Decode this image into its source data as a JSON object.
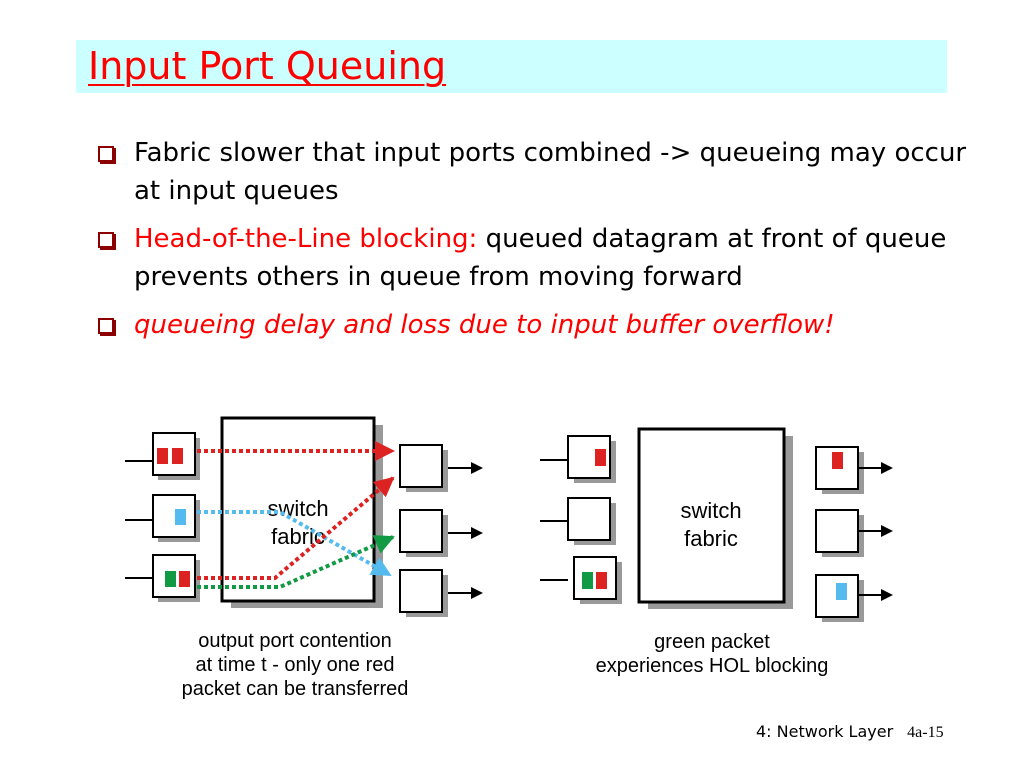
{
  "slide": {
    "title": "Input Port Queuing",
    "bullets": [
      {
        "text": "Fabric slower that input ports combined -> queueing may occur at input queues"
      },
      {
        "highlight": "Head-of-the-Line blocking:",
        "text": " queued datagram at front of queue prevents others in queue from moving forward"
      },
      {
        "text": "queueing delay and loss due to input buffer overflow!"
      }
    ],
    "left_diagram": {
      "fabric_line1": "switch",
      "fabric_line2": "fabric",
      "caption_line1": "output port contention",
      "caption_line2": "at  time t - only one red",
      "caption_line3": "packet can be transferred"
    },
    "right_diagram": {
      "fabric_line1": "switch",
      "fabric_line2": "fabric",
      "caption_line1": "green packet",
      "caption_line2": "experiences HOL blocking"
    },
    "footer": {
      "chapter": "4: Network Layer",
      "page": "4a-15"
    }
  },
  "colors": {
    "title": "#ff0000",
    "title_background": "#ccffff",
    "red_packet": "#dd2222",
    "green_packet": "#119944",
    "blue_packet": "#55bbee"
  }
}
